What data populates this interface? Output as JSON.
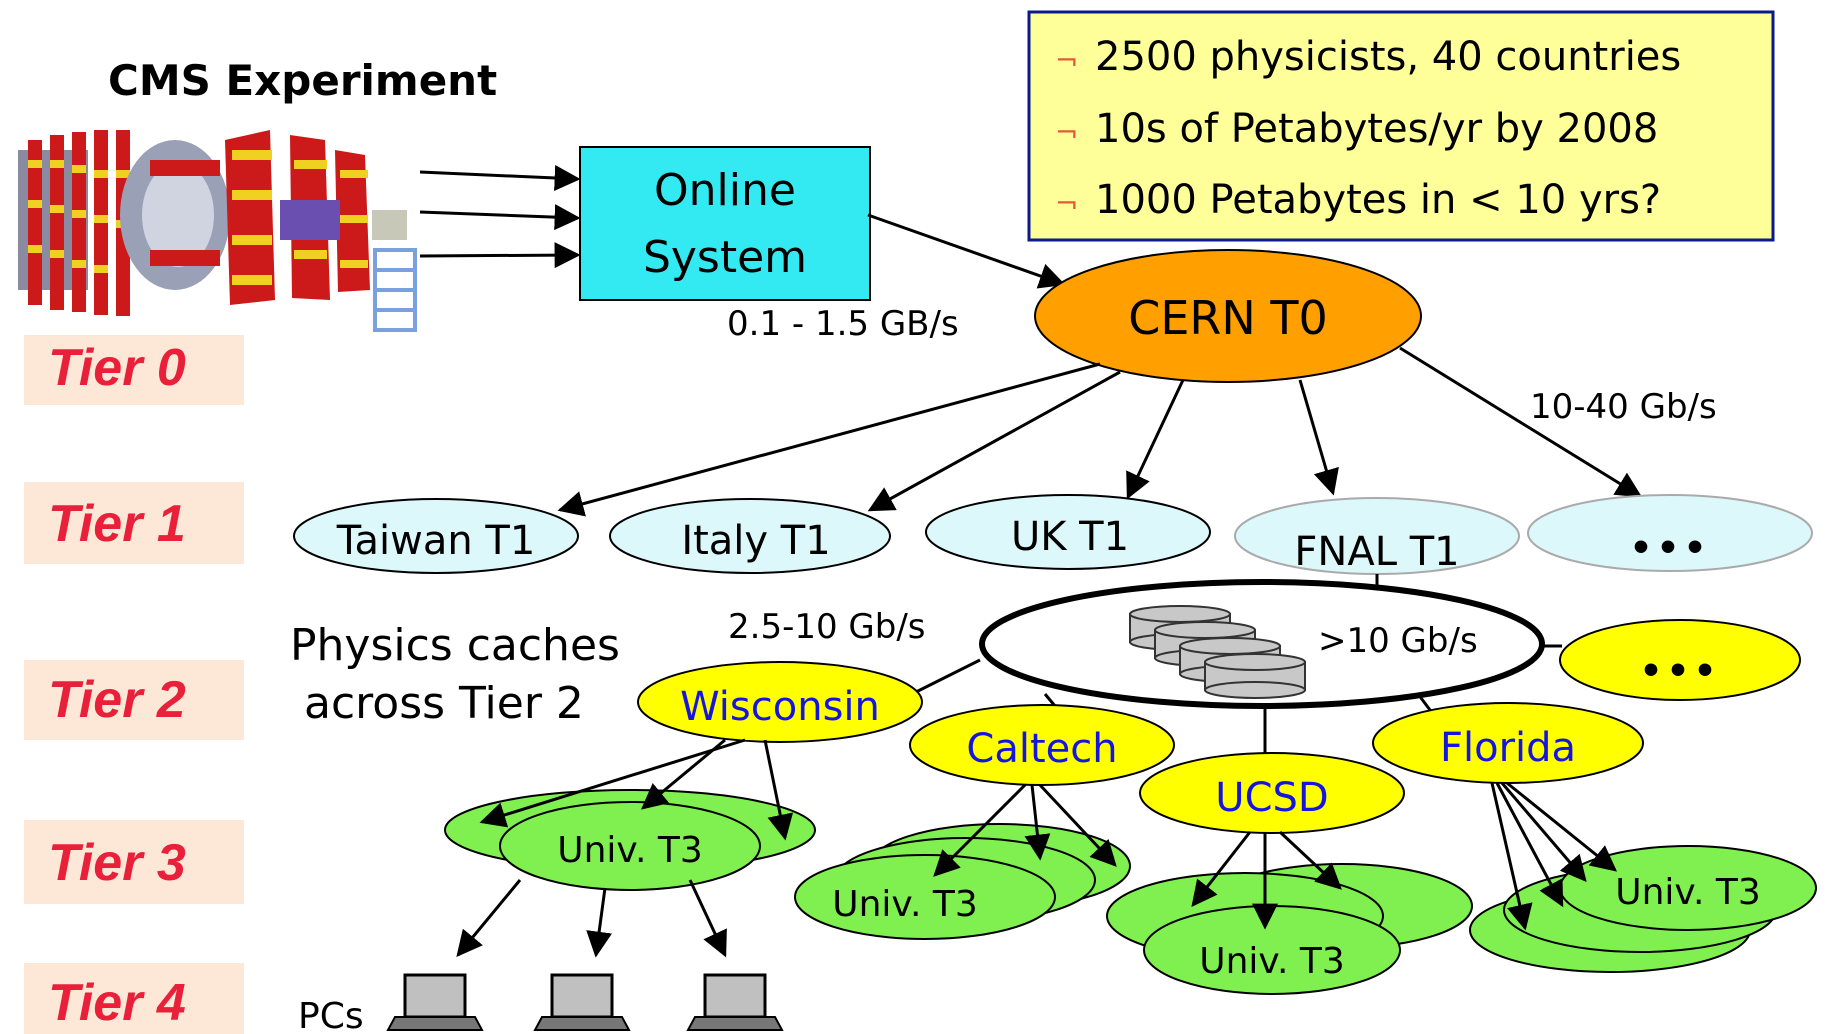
{
  "header": {
    "experiment_title": "CMS Experiment"
  },
  "facts": {
    "bullet": "¬",
    "items": [
      "2500 physicists, 40 countries",
      "10s of Petabytes/yr by 2008",
      "1000 Petabytes in < 10 yrs?"
    ]
  },
  "nodes": {
    "online_line1": "Online",
    "online_line2": "System",
    "cern": "CERN T0",
    "taiwan": "Taiwan T1",
    "italy": "Italy T1",
    "uk": "UK T1",
    "fnal": "FNAL T1",
    "more_t1": "•••",
    "more_t2": "•••",
    "wisconsin": "Wisconsin",
    "caltech": "Caltech",
    "ucsd": "UCSD",
    "florida": "Florida",
    "univ_t3": "Univ. T3"
  },
  "rates": {
    "online_to_cern": "0.1 - 1.5 GB/s",
    "cern_to_t1": "10-40 Gb/s",
    "t1_to_t2": "2.5-10 Gb/s",
    "fnal_ring": ">10 Gb/s"
  },
  "caches": {
    "line1": "Physics caches",
    "line2": "across Tier 2"
  },
  "tiers": [
    "Tier 0",
    "Tier 1",
    "Tier 2",
    "Tier 3",
    "Tier 4"
  ],
  "pcs_label": "PCs",
  "colors": {
    "tier_text": "#e8203a",
    "tier_bg": "#fde8d8",
    "facts_bg": "#ffff99",
    "facts_border": "#0a1a8c",
    "online_fill": "#33eaf2",
    "cern_fill": "#ff9f00",
    "t1_fill": "#ddf8fa",
    "t2_fill": "#ffff00",
    "t2_text": "#1515e0",
    "t3_fill": "#80f050",
    "bullet": "#e35a3a"
  }
}
